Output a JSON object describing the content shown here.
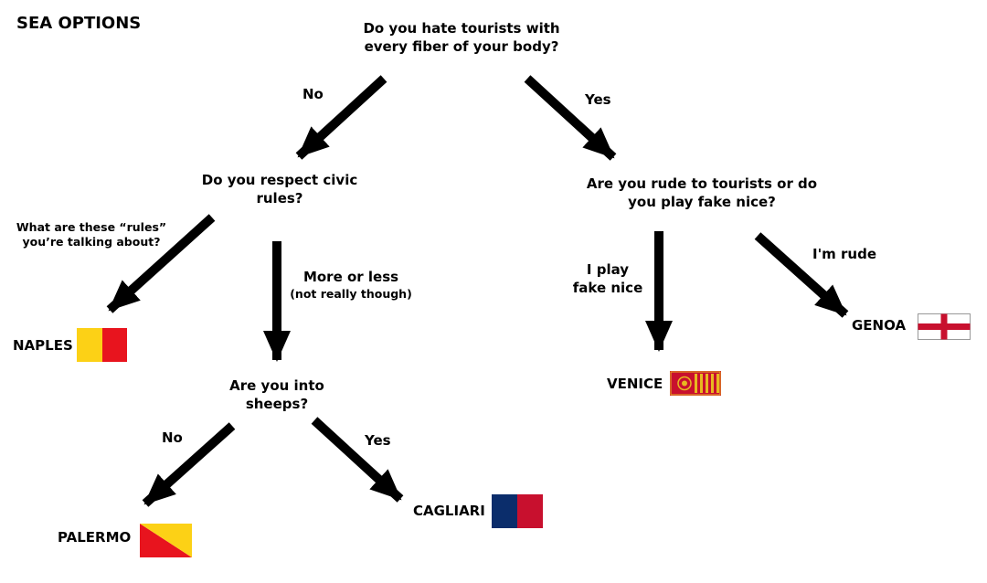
{
  "title": "SEA OPTIONS",
  "questions": {
    "tourists": [
      "Do you hate tourists with",
      "every fiber of your body?"
    ],
    "civic": [
      "Do you respect civic",
      "rules?"
    ],
    "rude": [
      "Are you rude to tourists or do",
      "you play fake nice?"
    ],
    "sheeps": [
      "Are you into",
      "sheeps?"
    ]
  },
  "answers": {
    "tourists_no": "No",
    "tourists_yes": "Yes",
    "civic_rules": [
      "What are these “rules”",
      "you’re talking about?"
    ],
    "civic_more_or_less": "More or less",
    "civic_not_really": "(not really though)",
    "fake_nice": [
      "I play",
      "fake nice"
    ],
    "rude": "I'm rude",
    "sheeps_no": "No",
    "sheeps_yes": "Yes"
  },
  "cities": {
    "naples": "NAPLES",
    "palermo": "PALERMO",
    "cagliari": "CAGLIARI",
    "venice": "VENICE",
    "genoa": "GENOA"
  },
  "colors": {
    "arrow": "#000000",
    "naples_yellow": "#fcd116",
    "naples_red": "#e8141e",
    "palermo_red": "#e8141e",
    "palermo_yellow": "#fcd116",
    "cagliari_blue": "#0b2d6b",
    "cagliari_red": "#c8102e",
    "venice_red": "#c8102e",
    "venice_gold": "#e8b820",
    "genoa_white": "#ffffff",
    "genoa_red": "#c8102e"
  }
}
